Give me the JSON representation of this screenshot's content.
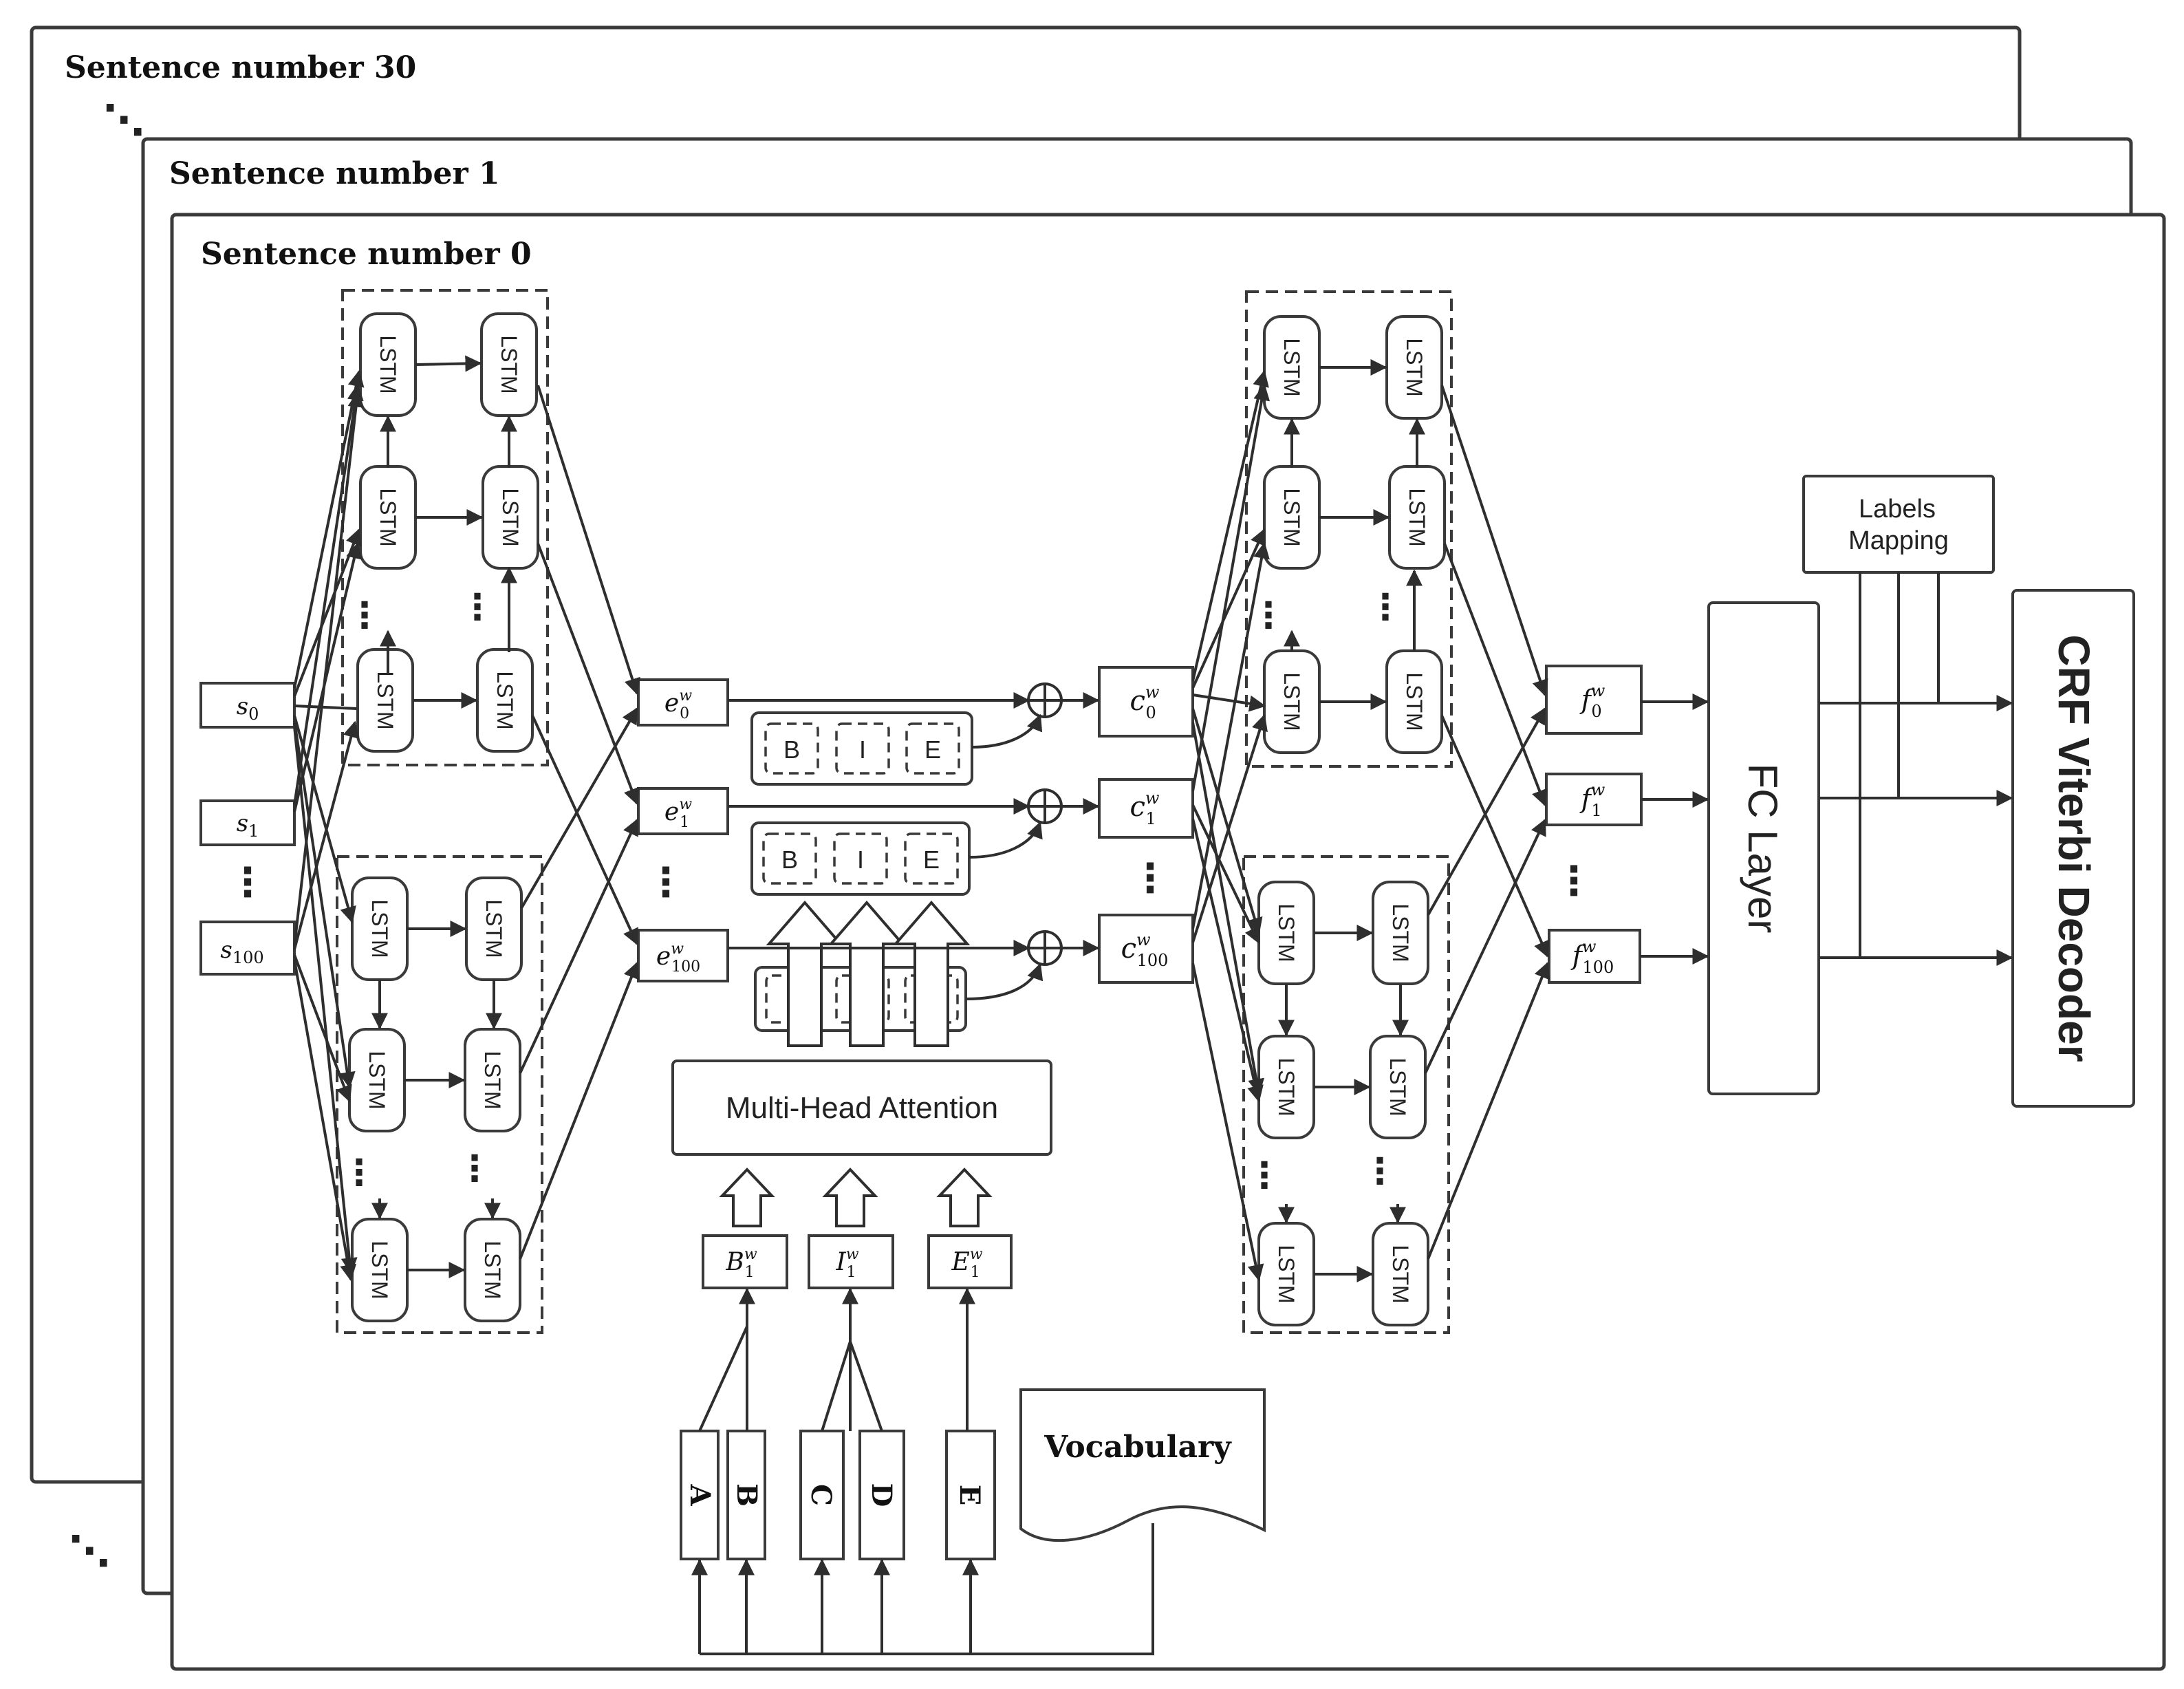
{
  "panels": {
    "back": "Sentence number 30",
    "middle": "Sentence number 1",
    "front": "Sentence number 0"
  },
  "lstm_label": "LSTM",
  "inputs": [
    {
      "base": "s",
      "sub": "0"
    },
    {
      "base": "s",
      "sub": "1"
    },
    {
      "base": "s",
      "sub": "100"
    }
  ],
  "embeddings": [
    {
      "base": "e",
      "sub": "0",
      "sup": "w"
    },
    {
      "base": "e",
      "sub": "1",
      "sup": "w"
    },
    {
      "base": "e",
      "sub": "100",
      "sup": "w"
    }
  ],
  "contexts": [
    {
      "base": "c",
      "sub": "0",
      "sup": "w"
    },
    {
      "base": "c",
      "sub": "1",
      "sup": "w"
    },
    {
      "base": "c",
      "sub": "100",
      "sup": "w"
    }
  ],
  "features": [
    {
      "base": "f",
      "sub": "0",
      "sup": "w"
    },
    {
      "base": "f",
      "sub": "1",
      "sup": "w"
    },
    {
      "base": "f",
      "sub": "100",
      "sup": "w"
    }
  ],
  "bie_labels": [
    "B",
    "I",
    "E"
  ],
  "attention_label": "Multi-Head Attention",
  "lexicon_inputs": [
    {
      "base": "B",
      "sub": "1",
      "sup": "w"
    },
    {
      "base": "I",
      "sub": "1",
      "sup": "w"
    },
    {
      "base": "E",
      "sub": "1",
      "sup": "w"
    }
  ],
  "words": [
    "A",
    "B",
    "C",
    "D",
    "E"
  ],
  "vocabulary_label": "Vocabulary",
  "fc_label": "FC Layer",
  "labels_mapping": [
    "Labels",
    "Mapping"
  ],
  "crf_label": "CRF Viterbi Decoder",
  "ellipsis": "⋮",
  "ellipsis_diag": "⋱"
}
